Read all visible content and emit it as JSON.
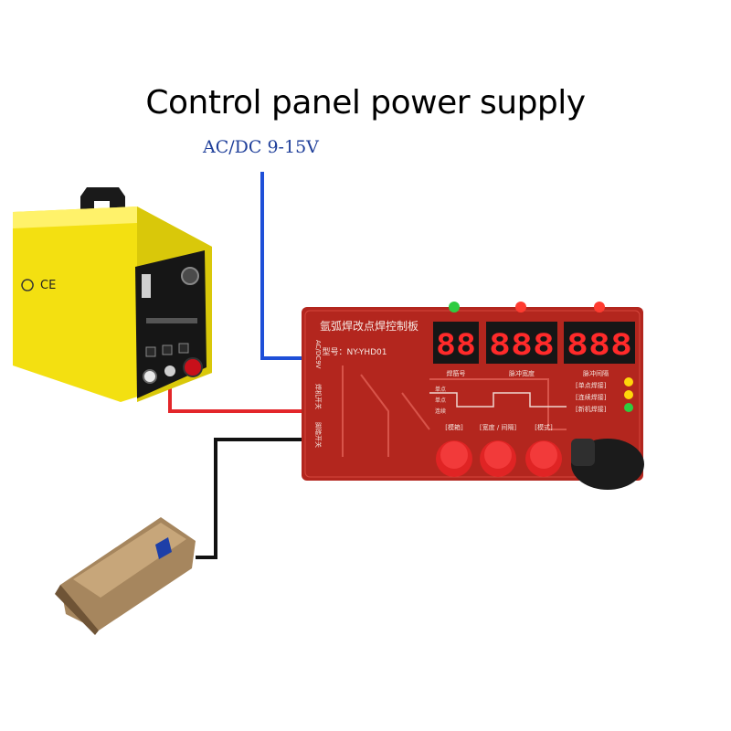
{
  "title": "Control panel power supply",
  "supply_label": "AC/DC 9-15V",
  "board": {
    "name": "氩弧焊改点焊控制板",
    "model": "型号：NY-YHD01",
    "displays": [
      "88",
      "888",
      "888"
    ],
    "segment_labels": [
      "焊筋号",
      "脉冲宽度",
      "脉冲间隔"
    ],
    "mode_labels": [
      "[单点焊接]",
      "[连续焊接]",
      "[新机焊接]"
    ],
    "button_labels": [
      "[模箱]",
      "[宽度 / 间隔]",
      "[模式]"
    ],
    "side_labels": [
      "AC/DC9V",
      "焊机开关",
      "脚踏开关"
    ],
    "waveform_labels": [
      "单点",
      "单点",
      "连续"
    ]
  },
  "colors": {
    "wire_power": "#1e4fd8",
    "wire_welder": "#e3262a",
    "wire_pedal": "#111111",
    "board": "#b3261e",
    "welder_body": "#f3e011"
  }
}
